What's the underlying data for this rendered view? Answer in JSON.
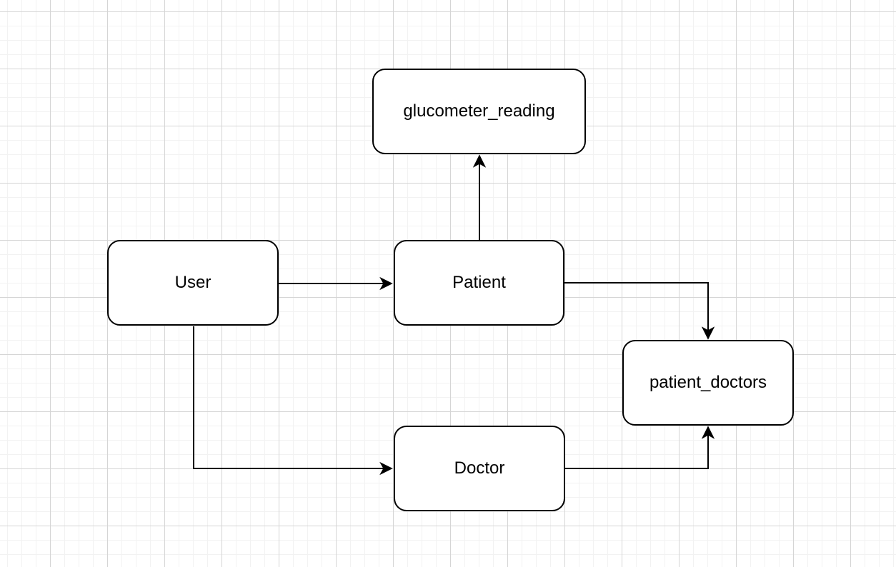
{
  "diagram": {
    "nodes": [
      {
        "id": "glucometer_reading",
        "label": "glucometer_reading"
      },
      {
        "id": "user",
        "label": "User"
      },
      {
        "id": "patient",
        "label": "Patient"
      },
      {
        "id": "patient_doctors",
        "label": "patient_doctors"
      },
      {
        "id": "doctor",
        "label": "Doctor"
      }
    ],
    "edges": [
      {
        "from": "User",
        "to": "Patient",
        "style": "orthogonal-arrow"
      },
      {
        "from": "Patient",
        "to": "glucometer_reading",
        "style": "orthogonal-arrow"
      },
      {
        "from": "Patient",
        "to": "patient_doctors",
        "style": "orthogonal-arrow"
      },
      {
        "from": "User",
        "to": "Doctor",
        "style": "orthogonal-arrow"
      },
      {
        "from": "Doctor",
        "to": "patient_doctors",
        "style": "orthogonal-arrow"
      }
    ],
    "colors": {
      "background": "#ffffff",
      "grid_minor": "#f2f2f2",
      "grid_major": "#d5d5d5",
      "node_fill": "#ffffff",
      "node_border": "#000000",
      "edge": "#000000",
      "text": "#000000"
    }
  }
}
